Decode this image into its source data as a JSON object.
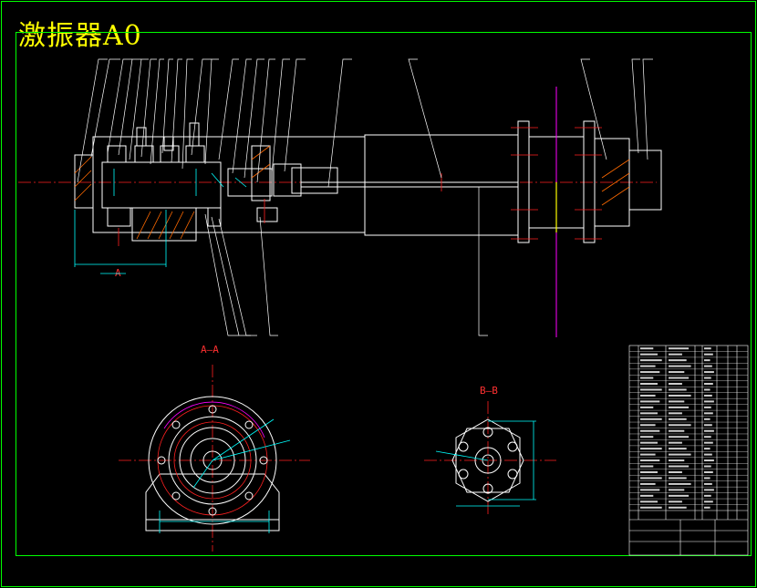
{
  "title": "激振器A0",
  "views": {
    "section_aa": "A—A",
    "section_bb": "B—B",
    "cut_marker_a": "A"
  },
  "colors": {
    "background": "#000000",
    "frame": "#00ff00",
    "outline": "#ffffff",
    "centerline": "#ff2020",
    "dimension": "#00ffff",
    "title": "#ffff00",
    "accent": "#ff00ff"
  }
}
